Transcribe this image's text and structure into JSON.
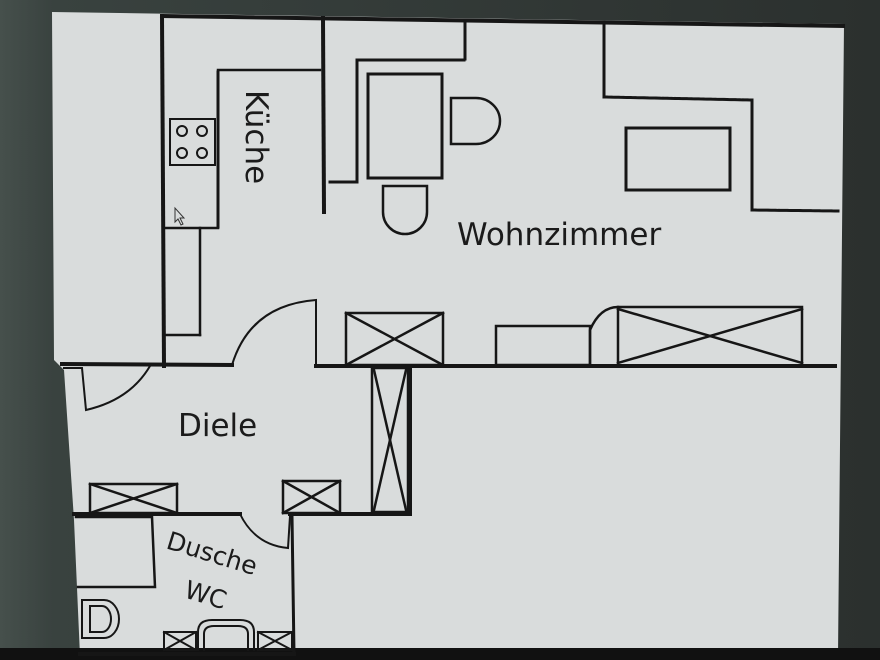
{
  "floorplan": {
    "rooms": {
      "kitchen": "Küche",
      "living_room": "Wohnzimmer",
      "hallway": "Diele",
      "bathroom_line1": "Dusche",
      "bathroom_line2": "WC"
    }
  },
  "colors": {
    "paper": "#d9dcdc",
    "wall": "#161616",
    "bezel": "#2b302e"
  }
}
